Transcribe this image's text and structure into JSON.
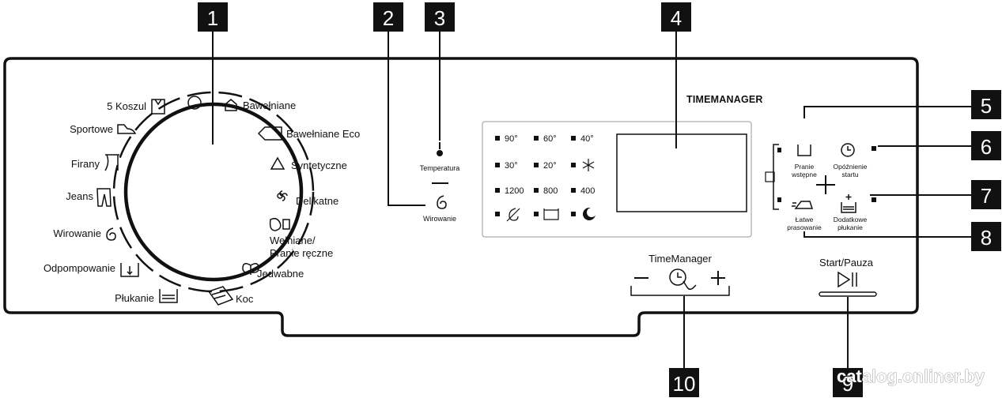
{
  "callouts": [
    "1",
    "2",
    "3",
    "4",
    "5",
    "6",
    "7",
    "8",
    "9",
    "10"
  ],
  "programs": {
    "koszul": "5 Koszul",
    "sportowe": "Sportowe",
    "firany": "Firany",
    "jeans": "Jeans",
    "wirowanie": "Wirowanie",
    "odpompowanie": "Odpompowanie",
    "plukanie": "Płukanie",
    "koc": "Koc",
    "jedwabne": "Jedwabne",
    "welniane_1": "Wełniane/",
    "welniane_2": "Pranie ręczne",
    "delikatne": "Delikatne",
    "syntetyczne": "Syntetyczne",
    "bawelniane_eco": "Bawełniane Eco",
    "bawelniane": "Bawełniane"
  },
  "buttons": {
    "temperatura": "Temperatura",
    "wirowanie": "Wirowanie",
    "pranie_wstepne_1": "Pranie",
    "pranie_wstepne_2": "wstępne",
    "opoznienie_1": "Opóźnienie",
    "opoznienie_2": "startu",
    "latwe_1": "Łatwe",
    "latwe_2": "prasowanie",
    "dodatkowe_1": "Dodatkowe",
    "dodatkowe_2": "płukanie",
    "timemanager": "TimeManager",
    "start_pauza": "Start/Pauza"
  },
  "display": {
    "brand": "TIMEMANAGER",
    "temps_row1": [
      "90°",
      "60°",
      "40°"
    ],
    "temps_row2": [
      "30°",
      "20°"
    ],
    "spins": [
      "1200",
      "800",
      "400"
    ]
  },
  "watermark": "catalog.onliner.by"
}
